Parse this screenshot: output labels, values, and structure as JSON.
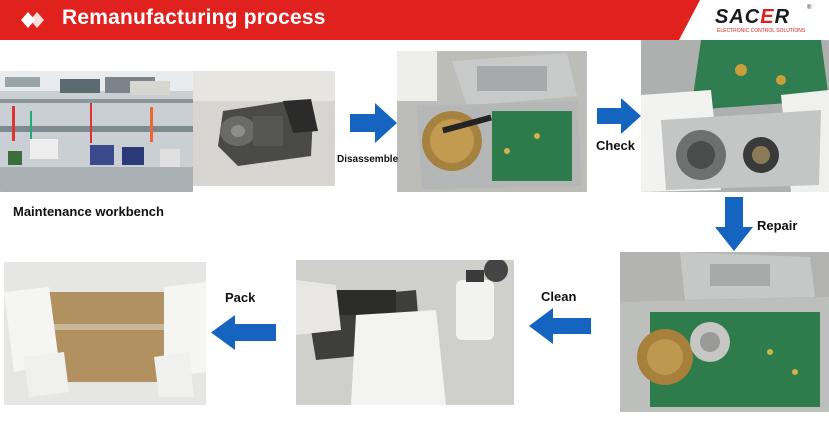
{
  "header": {
    "title": "Remanufacturing process",
    "brand": {
      "name_prefix": "SAC",
      "name_accent": "E",
      "name_suffix": "R",
      "tagline": "ELECTRONIC CONTROL SOLUTIONS",
      "registered": "®"
    }
  },
  "steps": {
    "workbench": "Maintenance workbench",
    "disassemble": "Disassemble",
    "check": "Check",
    "repair": "Repair",
    "clean": "Clean",
    "pack": "Pack"
  },
  "colors": {
    "header_red": "#e0211e",
    "arrow_blue": "#1565c0"
  },
  "icons": {
    "header": "diamond-cards-icon",
    "arrows": "arrow-icon"
  }
}
